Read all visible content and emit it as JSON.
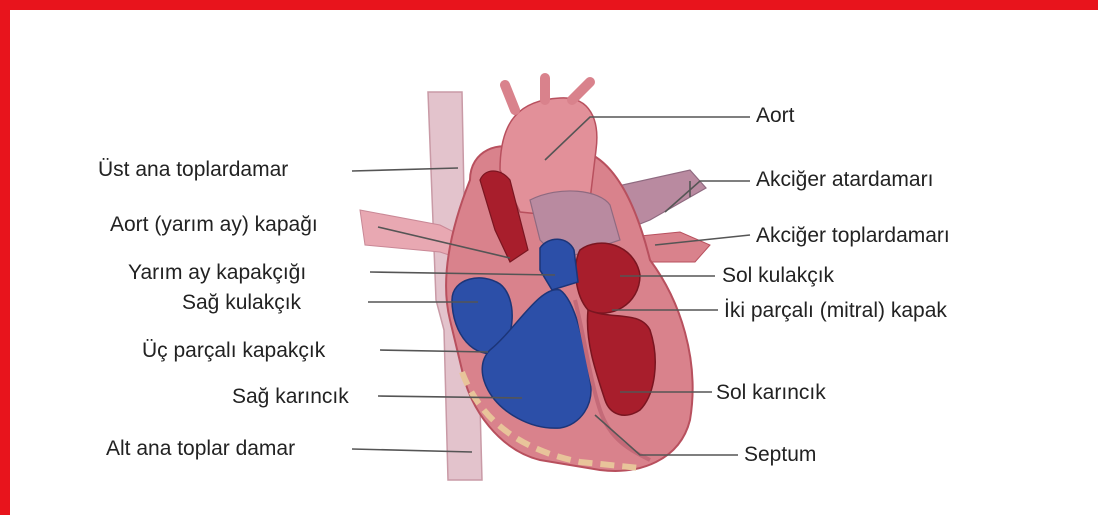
{
  "labels": {
    "ust_ana_toplardamar": "Üst ana toplardamar",
    "aort_kapagi": "Aort (yarım ay) kapağı",
    "yarim_ay_kapakcigi": "Yarım ay  kapakçığı",
    "sag_kulakcik": "Sağ kulakçık",
    "uc_parcali_kapakcik": "Üç parçalı kapakçık",
    "sag_karincik": "Sağ karıncık",
    "alt_ana_toplar_damar": "Alt ana toplar damar",
    "aort": "Aort",
    "akciger_atardamari": "Akciğer atardamarı",
    "akciger_toplardamari": "Akciğer toplardamarı",
    "sol_kulakcik": "Sol kulakçık",
    "iki_parcali_kapak": "İki parçalı (mitral) kapak",
    "sol_karincik": "Sol karıncık",
    "septum": "Septum"
  },
  "colors": {
    "frame": "#e8141c",
    "tissue": "#d9828c",
    "tissue_dark": "#b8505e",
    "deoxygenated": "#2c4fa8",
    "oxygenated": "#a81e2c",
    "vein": "#e3c3cc",
    "leader_line": "#555555"
  }
}
